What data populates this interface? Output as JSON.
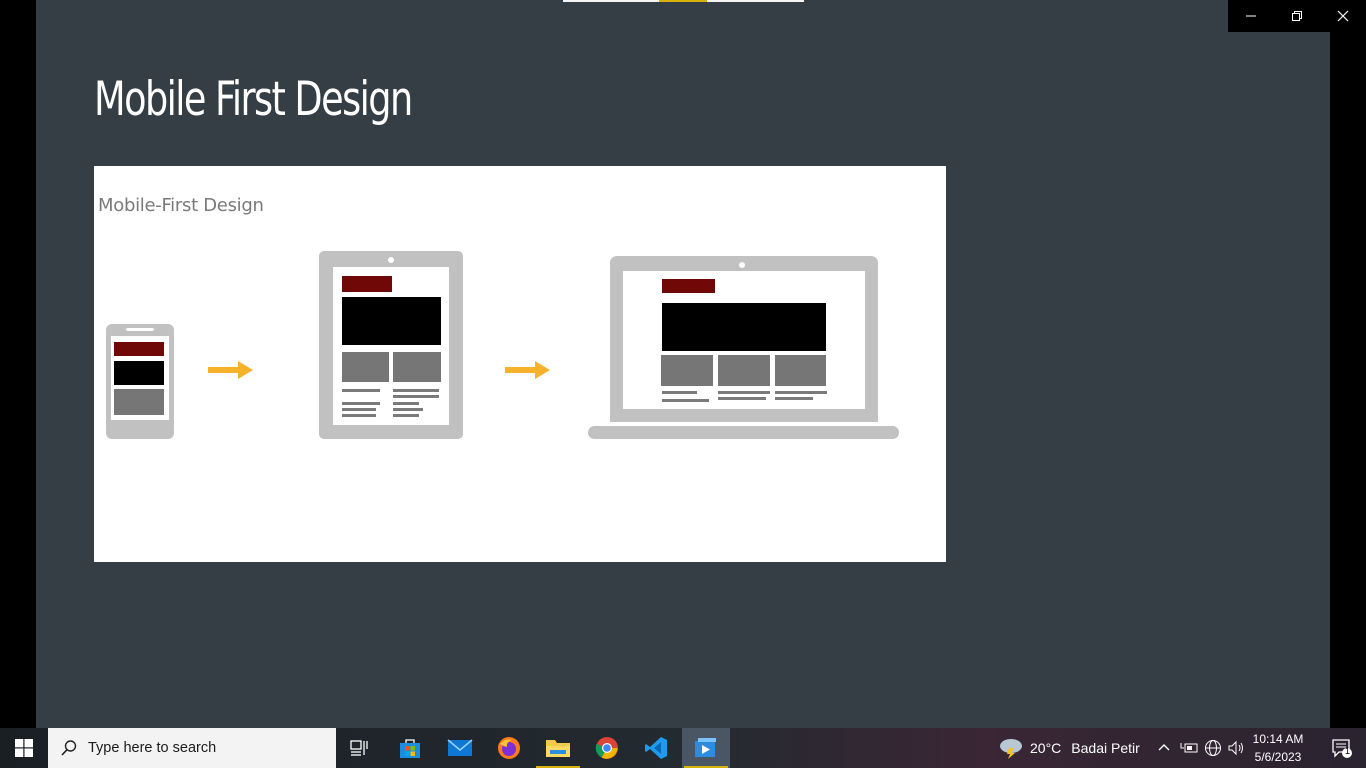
{
  "slide": {
    "title": "Mobile First Design",
    "figure_caption": "Mobile-First Design"
  },
  "colors": {
    "slide_bg": "#353e44",
    "header_block": "#700808",
    "content_block": "#000000",
    "image_block": "#767676",
    "device_frame": "#c1c1c1",
    "arrow": "#f7b22c"
  },
  "window_controls": {
    "minimize_icon": "minimize-icon",
    "restore_icon": "restore-icon",
    "close_icon": "close-icon"
  },
  "taskbar": {
    "search_placeholder": "Type here to search",
    "apps": [
      "task-view",
      "microsoft-store",
      "mail",
      "firefox",
      "file-explorer",
      "chrome",
      "vscode",
      "media-player"
    ],
    "weather_temp": "20°C",
    "weather_desc": "Badai Petir",
    "time": "10:14 AM",
    "date": "5/6/2023",
    "notification_count": "1"
  }
}
